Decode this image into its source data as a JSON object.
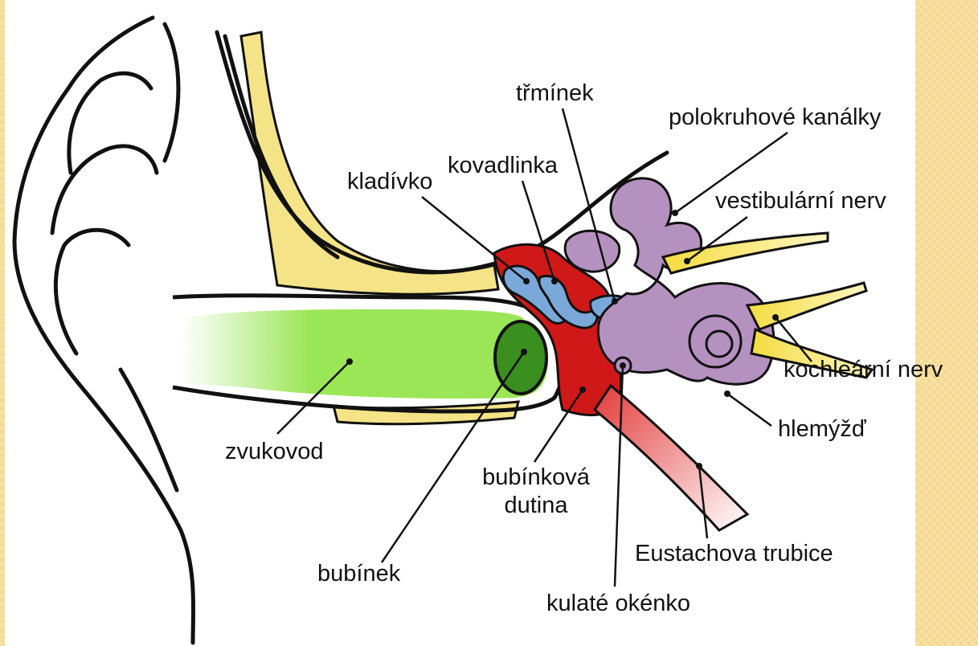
{
  "colors": {
    "outline": "#111111",
    "bone": "#f5e487",
    "ear_canal": "#9be657",
    "eardrum": "#3a8f1f",
    "tympanic_cavity": "#d01818",
    "ossicles": "#7aa8d8",
    "inner_ear": "#b591c0",
    "nerve": "#f3dc40",
    "eustachian_tube": "#e23a3a",
    "background_strip": "#f6dd9a"
  },
  "labels": {
    "zvukovod": "zvukovod",
    "bubinek": "bubínek",
    "kladivko": "kladívko",
    "kovadlinka": "kovadlinka",
    "trminek": "třmínek",
    "polokruhove_kanalky": "polokruhové kanálky",
    "vestibularni_nerv": "vestibulární nerv",
    "kochlearni_nerv": "kochleární nerv",
    "hlemyzd": "hlemýžď",
    "bubinkova_dutina_line1": "bubínková",
    "bubinkova_dutina_line2": "dutina",
    "eustachova_trubice": "Eustachova trubice",
    "kulate_okenko": "kulaté okénko"
  }
}
